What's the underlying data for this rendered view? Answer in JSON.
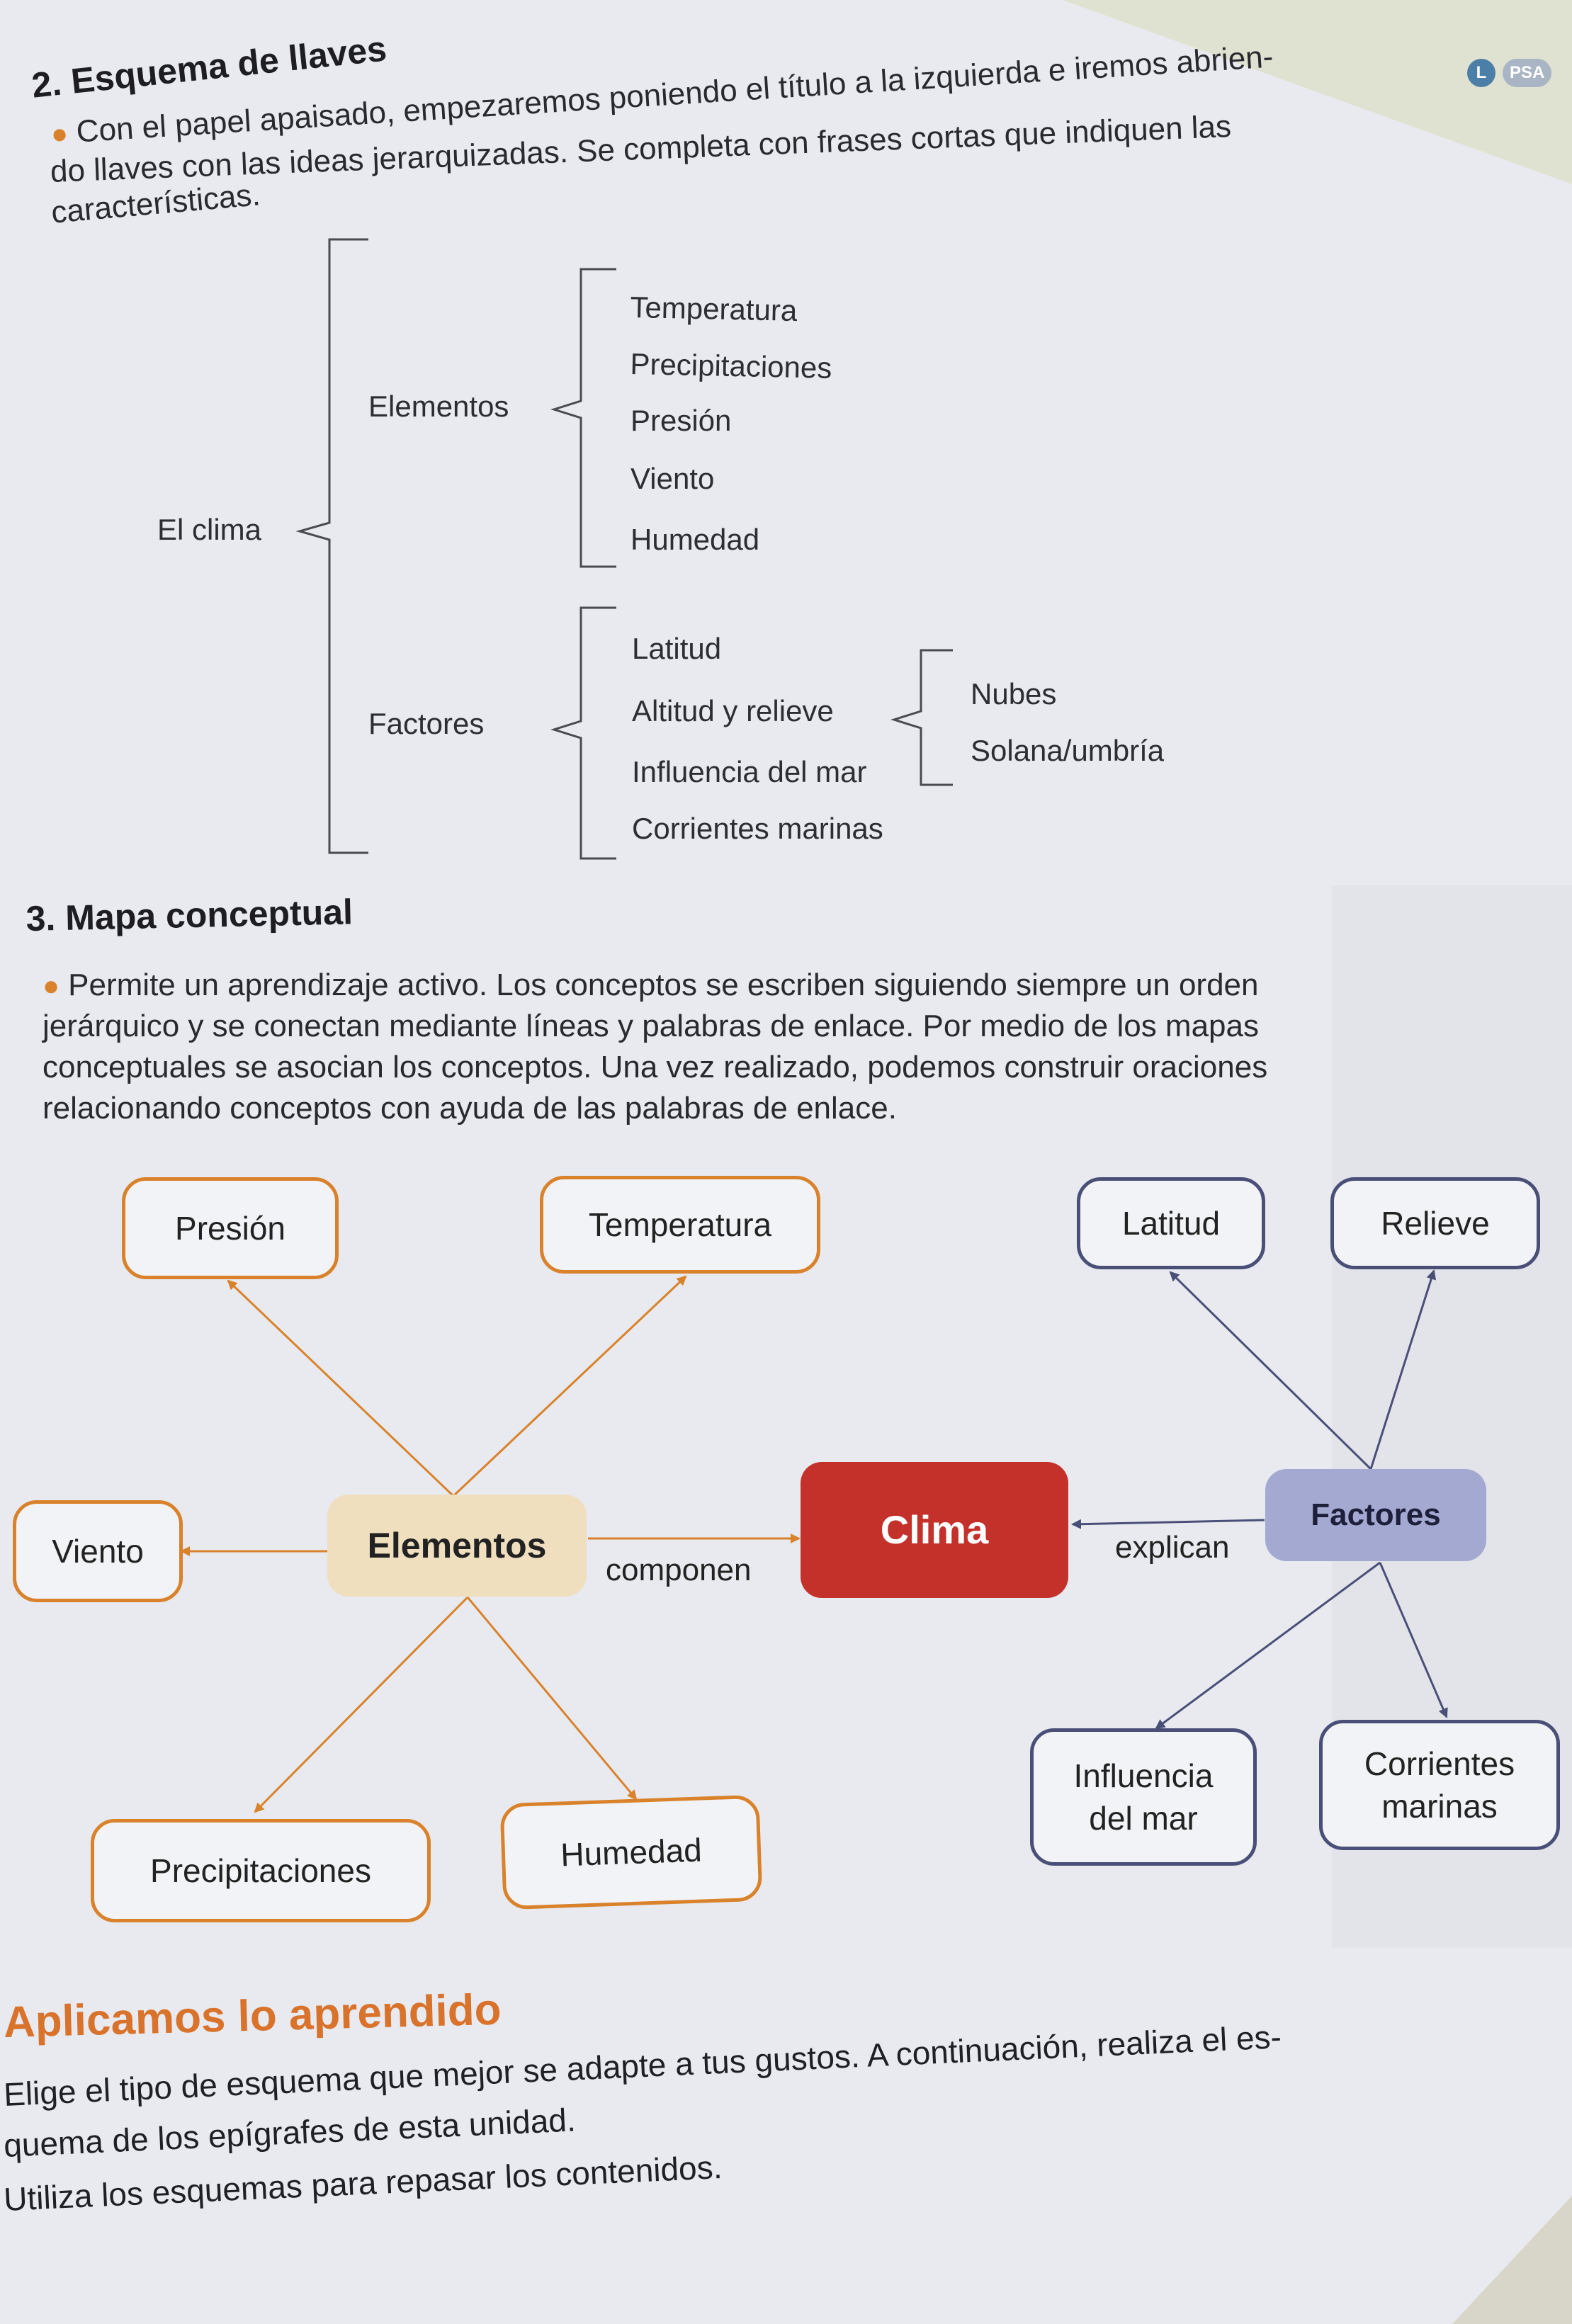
{
  "badge": {
    "letter": "L",
    "text": "PSA"
  },
  "section2": {
    "number": "2.",
    "title": "Esquema de llaves",
    "text_lines": [
      "Con el papel apaisado, empezaremos poniendo el título a la izquierda e iremos abrien-",
      "do llaves con las ideas jerarquizadas. Se completa con frases cortas que indiquen las",
      "características."
    ]
  },
  "brace_diagram": {
    "root": "El clima",
    "branches": [
      {
        "label": "Elementos",
        "items": [
          "Temperatura",
          "Precipitaciones",
          "Presión",
          "Viento",
          "Humedad"
        ]
      },
      {
        "label": "Factores",
        "items": [
          "Latitud",
          "Altitud y relieve",
          "Influencia del mar",
          "Corrientes marinas"
        ]
      }
    ],
    "sub_branch": {
      "parent": "Altitud y relieve",
      "items": [
        "Nubes",
        "Solana/umbría"
      ]
    }
  },
  "section3": {
    "number": "3.",
    "title": "Mapa conceptual",
    "text_lines": [
      "Permite un aprendizaje activo. Los conceptos se escriben siguiendo siempre un orden",
      "jerárquico y se conectan mediante líneas y palabras de enlace. Por medio de los mapas",
      "conceptuales se asocian los conceptos. Una vez realizado, podemos construir oraciones",
      "relacionando conceptos con ayuda de las palabras de enlace."
    ]
  },
  "concept_map": {
    "center": "Clima",
    "elements_node": "Elementos",
    "factors_node": "Factores",
    "link_componen": "componen",
    "link_explican": "explican",
    "elements": {
      "presion": "Presión",
      "temperatura": "Temperatura",
      "viento": "Viento",
      "precipitaciones": "Precipitaciones",
      "humedad": "Humedad"
    },
    "factors": {
      "latitud": "Latitud",
      "relieve": "Relieve",
      "influencia_line1": "Influencia",
      "influencia_line2": "del mar",
      "corrientes_line1": "Corrientes",
      "corrientes_line2": "marinas"
    },
    "colors": {
      "center": "#c4312b",
      "elements": "#d9822b",
      "factors": "#4a4f78"
    }
  },
  "apply": {
    "title": "Aplicamos lo aprendido",
    "lines": [
      "Elige el tipo de esquema que mejor se adapte a tus gustos. A continuación, realiza el es-",
      "quema de los epígrafes de esta unidad.",
      "Utiliza los esquemas para repasar los contenidos."
    ]
  }
}
